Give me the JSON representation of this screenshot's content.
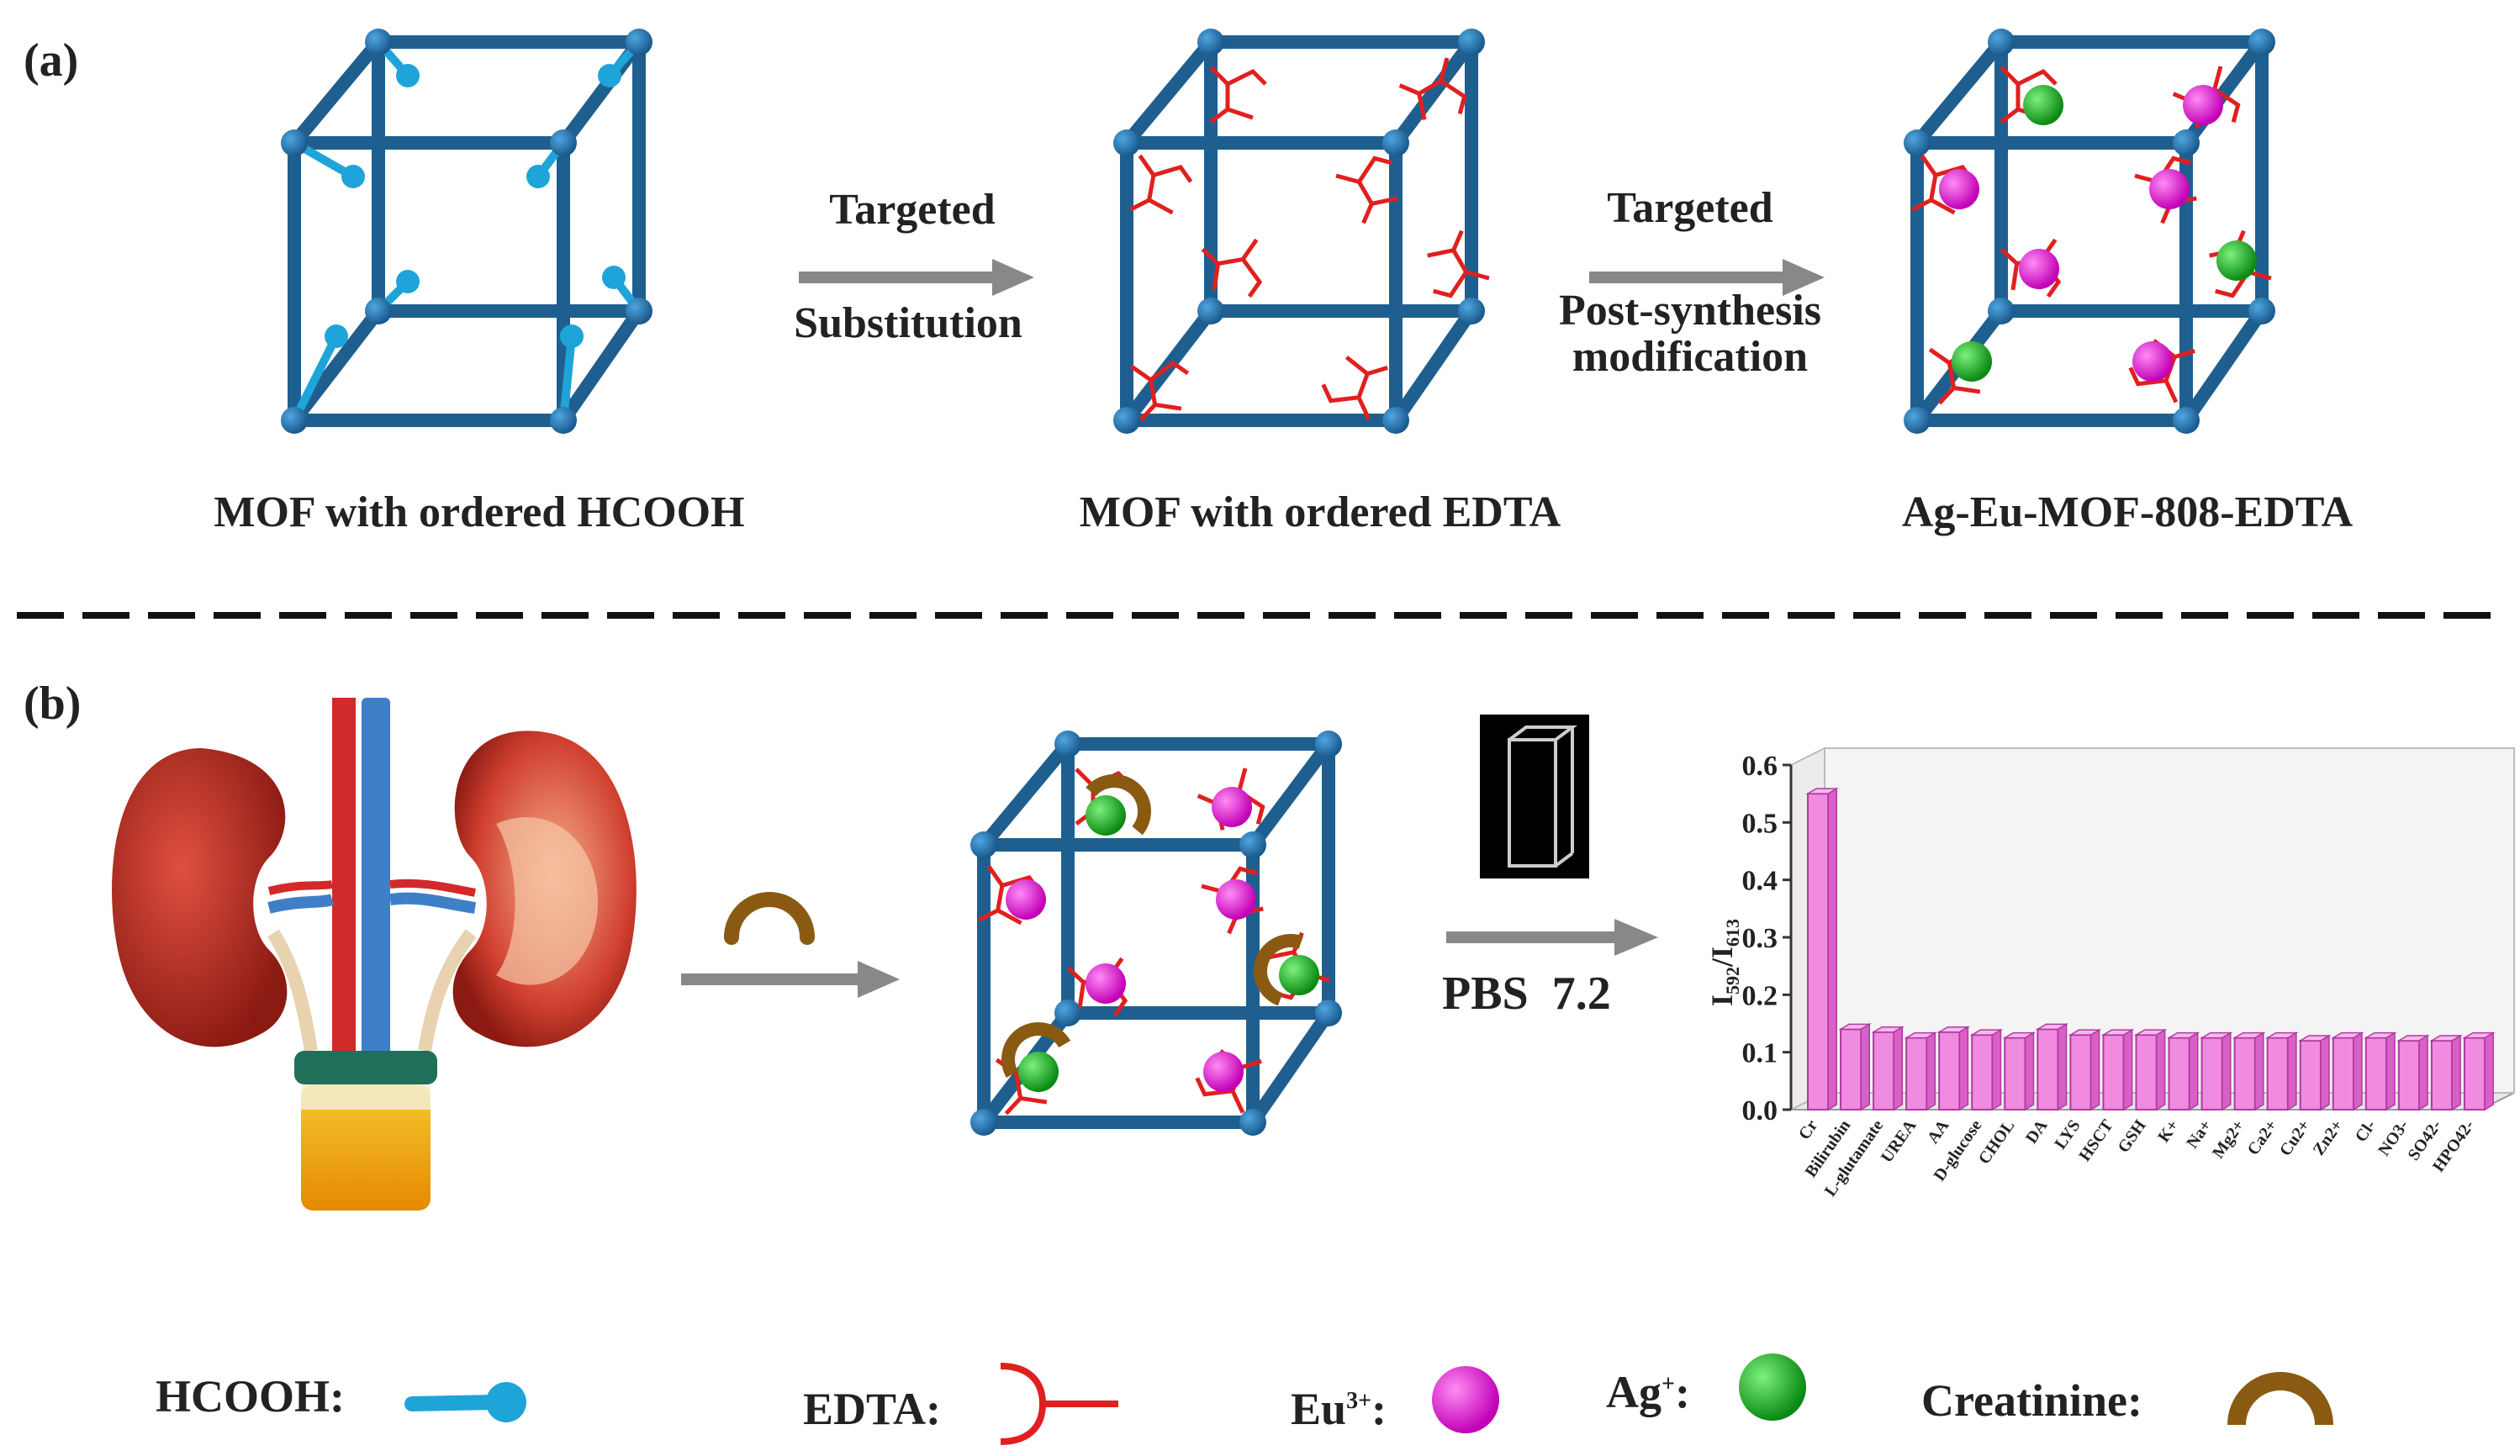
{
  "panel_a_label": "(a)",
  "panel_b_label": "(b)",
  "step1": {
    "line1": "Targeted",
    "line2": "Substitution"
  },
  "step2": {
    "line1": "Targeted",
    "line2": "Post-synthesis",
    "line3": "modification"
  },
  "captions": {
    "mof1": "MOF with ordered HCOOH",
    "mof2": "MOF with ordered EDTA",
    "mof3": "Ag-Eu-MOF-808-EDTA"
  },
  "pbs": {
    "label": "PBS",
    "ph": "7.2"
  },
  "legend": {
    "hcooh": "HCOOH:",
    "edta": "EDTA:",
    "eu": "Eu",
    "eu_sup": "3+",
    "ag": "Ag",
    "ag_sup": "+",
    "creatinine": "Creatinine:"
  },
  "colors": {
    "frame": "#1f5f8f",
    "hcooh": "#1ea4d8",
    "edta": "#e0201f",
    "eu": "#d41fc8",
    "ag": "#1fa82a",
    "creatinine": "#8a5a12",
    "bar": "#f08be0"
  },
  "chart_data": {
    "type": "bar",
    "ylabel_main": "I",
    "ylabel_sub1": "592",
    "ylabel_mid": "/I",
    "ylabel_sub2": "613",
    "ylim": [
      0.0,
      0.6
    ],
    "yticks": [
      "0.0",
      "0.1",
      "0.2",
      "0.3",
      "0.4",
      "0.5",
      "0.6"
    ],
    "categories": [
      "Cr",
      "Bilirubin",
      "L-glutamate",
      "UREA",
      "AA",
      "D-glucose",
      "CHOL",
      "DA",
      "LYS",
      "HSCT",
      "GSH",
      "K+",
      "Na+",
      "Mg2+",
      "Ca2+",
      "Cu2+",
      "Zn2+",
      "Cl-",
      "NO3-",
      "SO42-",
      "HPO42-"
    ],
    "values": [
      0.55,
      0.14,
      0.135,
      0.125,
      0.135,
      0.13,
      0.125,
      0.14,
      0.13,
      0.13,
      0.13,
      0.125,
      0.125,
      0.125,
      0.125,
      0.12,
      0.125,
      0.125,
      0.12,
      0.12,
      0.125
    ],
    "grid": false
  }
}
